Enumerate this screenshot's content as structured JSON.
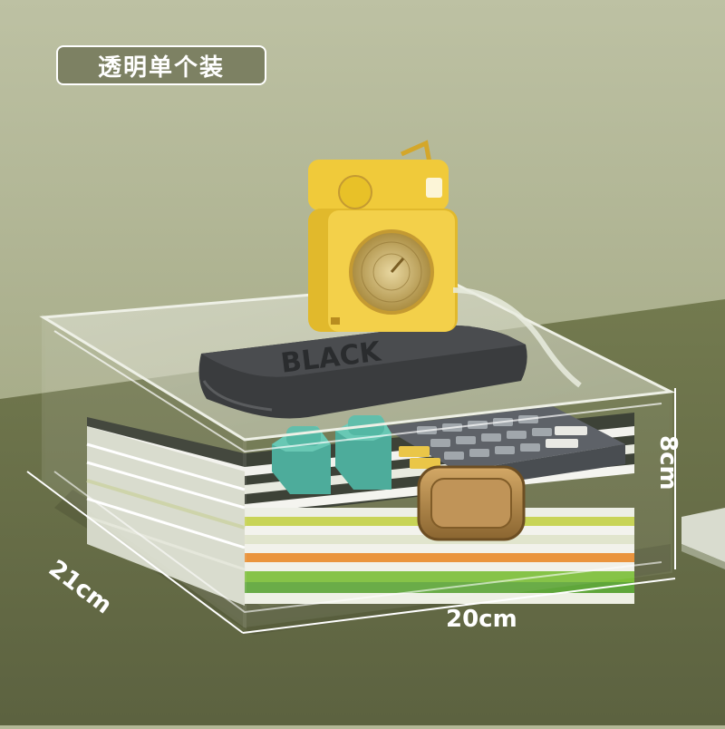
{
  "product": {
    "variant_label": "透明单个装"
  },
  "dimensions": {
    "width": "20cm",
    "depth": "21cm",
    "height": "8cm"
  },
  "objects": {
    "wallet_emboss": "BLACK"
  },
  "colors": {
    "wall": "#b3b897",
    "table": "#6b7048",
    "label_bg": "#7d8163",
    "speaker_yellow": "#e1b92c",
    "handle_gold": "#b38a4a",
    "stapler_teal": "#3fa693"
  }
}
